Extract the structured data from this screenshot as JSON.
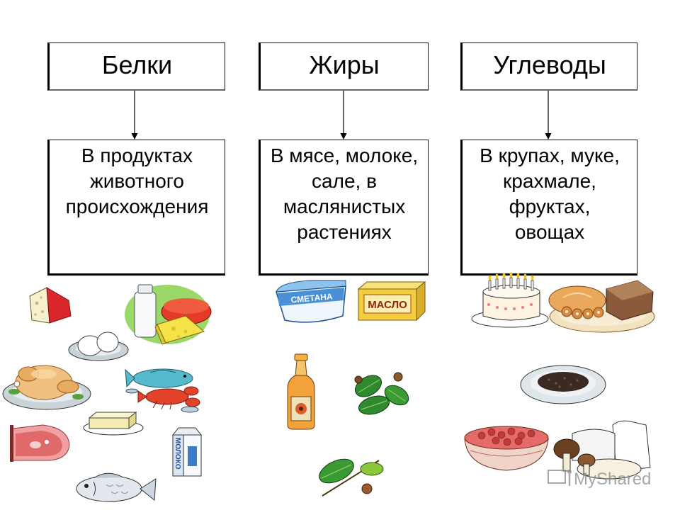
{
  "columns": [
    {
      "title": "Белки",
      "description": [
        "В продуктах",
        "животного",
        "происхождения"
      ]
    },
    {
      "title": "Жиры",
      "description": [
        "В мясе, молоке,",
        "сале, в",
        "маслянистых",
        "растениях"
      ]
    },
    {
      "title": "Углеводы",
      "description": [
        "В крупах, муке,",
        "крахмале,",
        "фруктах,",
        "овощах"
      ]
    }
  ],
  "illustrations": {
    "column_1": [
      "cheese-wedge-icon",
      "milk-and-cheese-icon",
      "eggs-on-plate-icon",
      "roast-chicken-icon",
      "fish-and-crayfish-icon",
      "butter-dish-icon",
      "ham-icon",
      "milk-carton-icon",
      "fish-icon"
    ],
    "column_2": [
      "sour-cream-tub-icon",
      "butter-package-icon",
      "oil-bottle-icon",
      "hazelnut-branch-icon",
      "hazelnut-leaf-icon"
    ],
    "column_3": [
      "birthday-cake-icon",
      "bread-plate-icon",
      "buckwheat-plate-icon",
      "berry-bowl-icon",
      "flour-and-mushrooms-icon"
    ]
  },
  "package_labels": {
    "sour_cream": "СМЕТАНА",
    "butter": "МАСЛО",
    "milk": "МОЛОКО"
  },
  "watermark": "MyShared",
  "colors": {
    "background": "#ffffff",
    "border": "#000000",
    "text": "#000000"
  }
}
